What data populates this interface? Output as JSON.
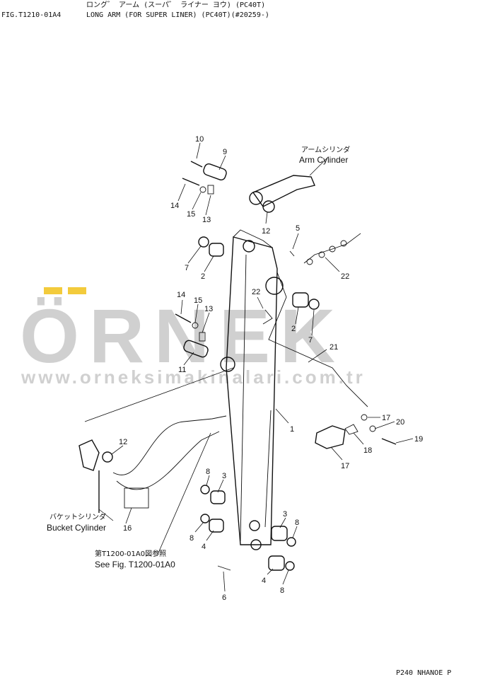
{
  "header": {
    "fig_id": "FIG.T1210-01A4",
    "title_jp": "ロング゛ アーム (スーパ゛ ライナー ヨウ) (PC40T)",
    "title_en": "LONG ARM (FOR SUPER LINER) (PC40T)(#20259-)"
  },
  "watermark": {
    "brand": "ÖRNEK",
    "url": "www.orneksimakinalari.com.tr",
    "color": "#c8c8c8",
    "accent": "#f2c21b"
  },
  "callouts": {
    "arm_cylinder_jp": "アームシリンダ",
    "arm_cylinder_en": "Arm Cylinder",
    "bucket_cylinder_jp": "バケットシリンダ",
    "bucket_cylinder_en": "Bucket Cylinder",
    "see_fig_jp": "第T1200-01A0図参照",
    "see_fig_en": "See Fig. T1200-01A0"
  },
  "part_numbers": {
    "p1": "1",
    "p2a": "2",
    "p2b": "2",
    "p3a": "3",
    "p3b": "3",
    "p4a": "4",
    "p4b": "4",
    "p5": "5",
    "p6": "6",
    "p7a": "7",
    "p7b": "7",
    "p8a": "8",
    "p8b": "8",
    "p8c": "8",
    "p9": "9",
    "p10": "10",
    "p11": "11",
    "p12a": "12",
    "p12b": "12",
    "p13a": "13",
    "p13b": "13",
    "p14a": "14",
    "p14b": "14",
    "p15a": "15",
    "p15b": "15",
    "p16": "16",
    "p17a": "17",
    "p17b": "17",
    "p18": "18",
    "p19": "19",
    "p20": "20",
    "p21": "21",
    "p22a": "22",
    "p22b": "22"
  },
  "footer": {
    "code": "P240 NHANOE P"
  }
}
